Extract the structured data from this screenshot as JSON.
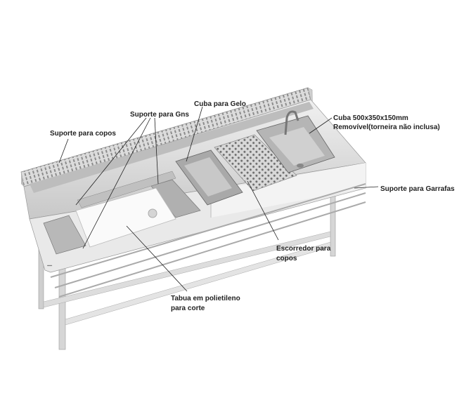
{
  "labels": {
    "suporte_copos": "Suporte para copos",
    "suporte_gns": "Suporte para Gns",
    "cuba_gelo": "Cuba para Gelo",
    "cuba_line1": "Cuba 500x350x150mm",
    "cuba_line2": "Removível(torneira não inclusa)",
    "suporte_garrafas": "Suporte para Garrafas",
    "escorredor_line1": "Escorredor para",
    "escorredor_line2": "copos",
    "tabua_line1": "Tabua em polietileno",
    "tabua_line2": "para corte"
  },
  "colors": {
    "steel_light": "#e6e6e6",
    "steel_mid": "#c4c4c4",
    "steel_dark": "#8a8a8a",
    "text": "#222222"
  }
}
